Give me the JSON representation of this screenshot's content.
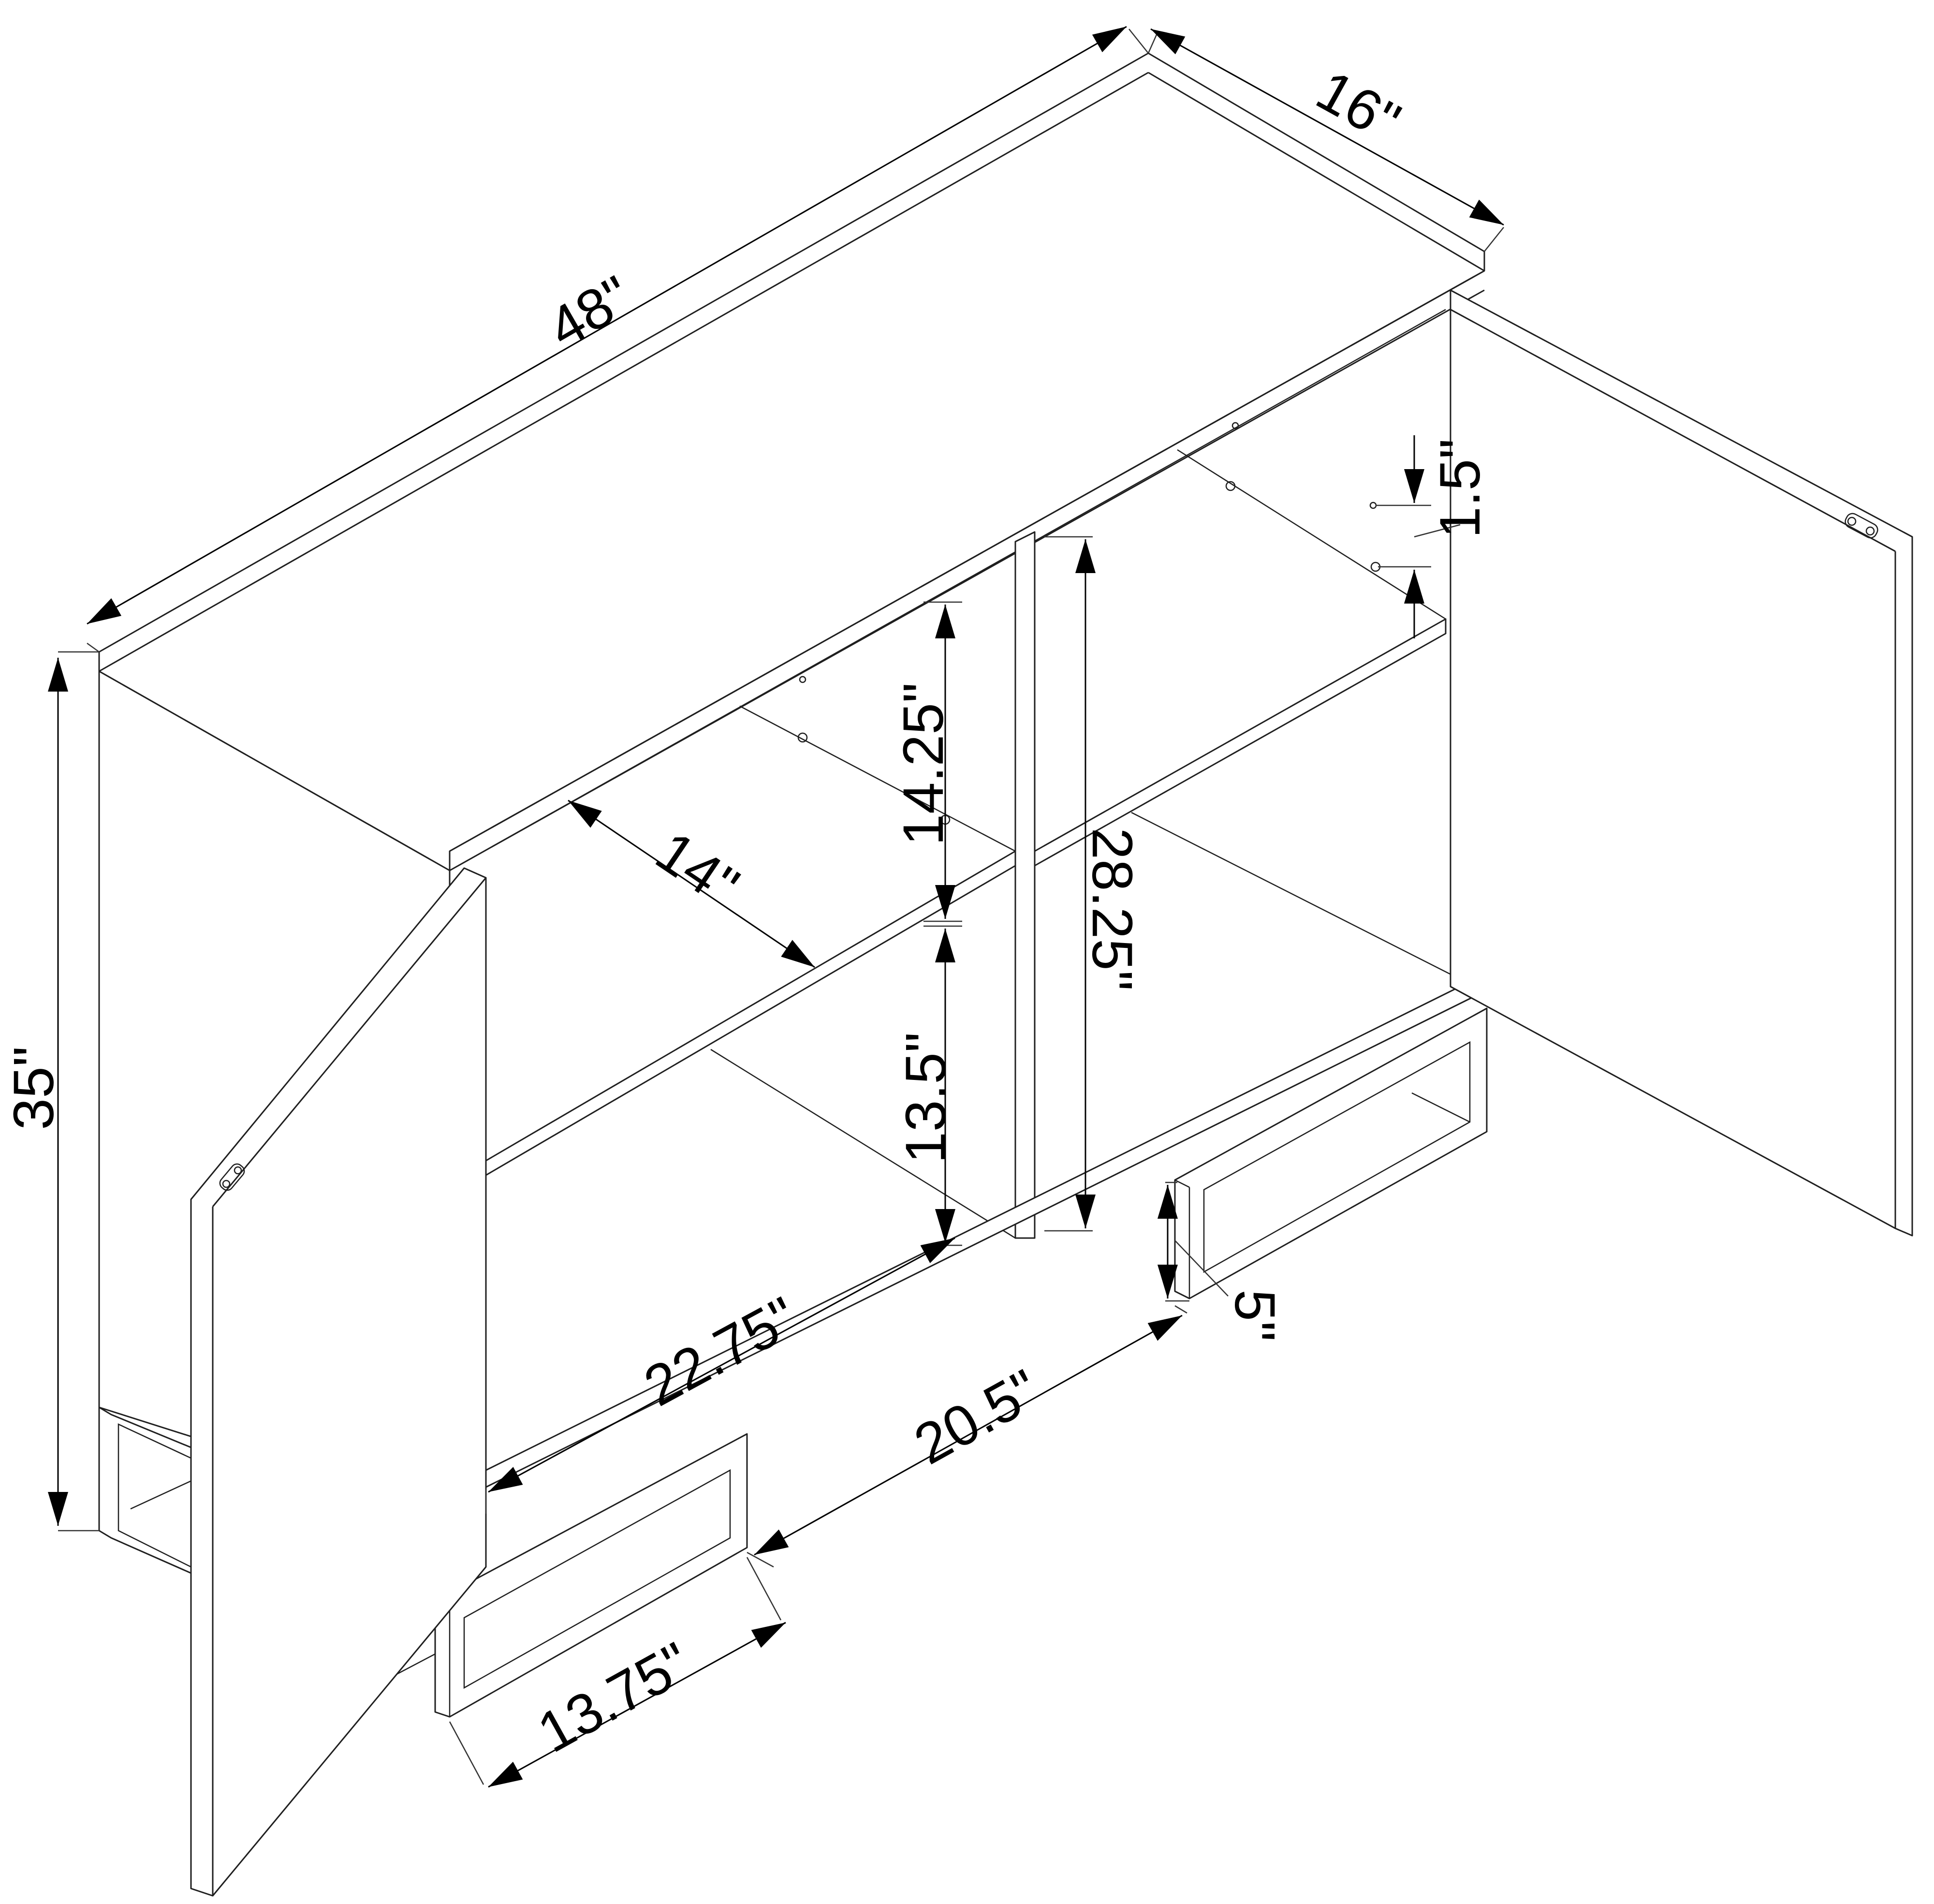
{
  "diagram": {
    "dimension_labels": {
      "width": "48\"",
      "depth": "16\"",
      "height": "35\"",
      "shelf_depth": "14\"",
      "upper_opening": "14.25\"",
      "lower_opening": "13.5\"",
      "interior_height": "28.25\"",
      "shelf_pin_spacing": "1.5\"",
      "interior_width": "22.75\"",
      "base_span": "20.5\"",
      "base_frame_width": "13.75\"",
      "base_height": "5\""
    }
  }
}
